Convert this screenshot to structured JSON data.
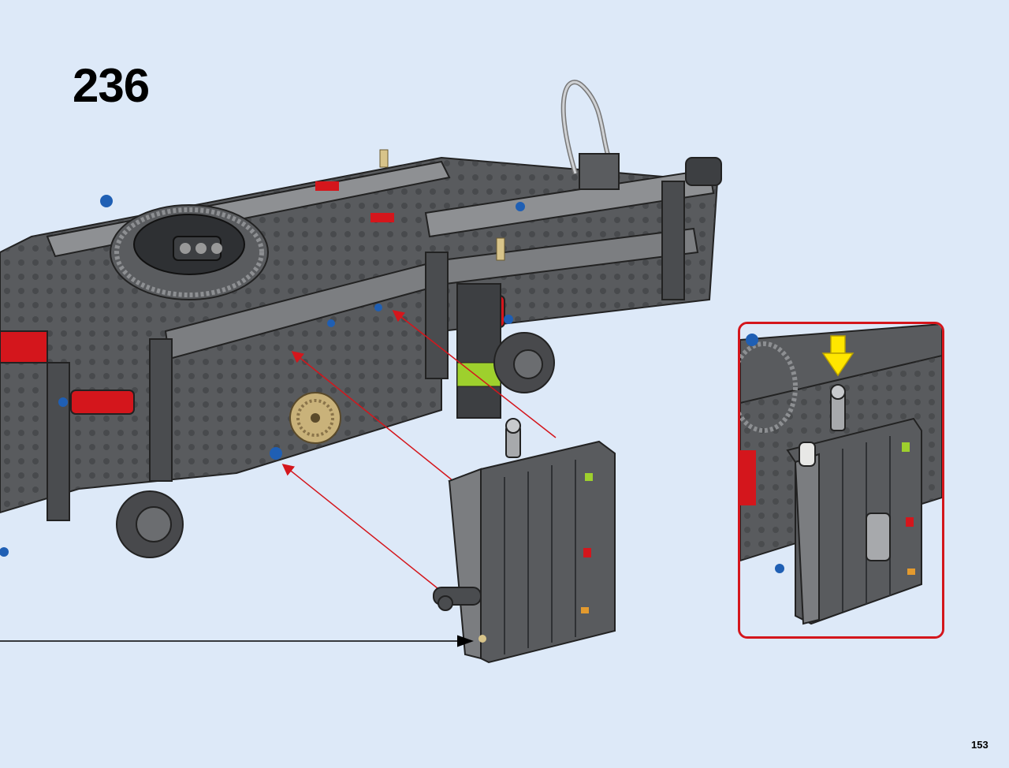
{
  "step": {
    "number": "236"
  },
  "page": {
    "number": "153"
  },
  "colors": {
    "background": "#dde9f8",
    "lime": "#9ed02d",
    "dark_gray": "#595b5e",
    "light_gray": "#a7a9ac",
    "red": "#d4161c",
    "blue": "#1f5fb4",
    "tan": "#c9b27a",
    "yellow_arrow": "#ffe600",
    "callout_border": "#d4161c"
  },
  "icons": {
    "main": "lego-chassis-assembly",
    "part": "gray-panel-subassembly",
    "callout": "zoom-detail-callout",
    "indicator": "yellow-down-arrow"
  }
}
